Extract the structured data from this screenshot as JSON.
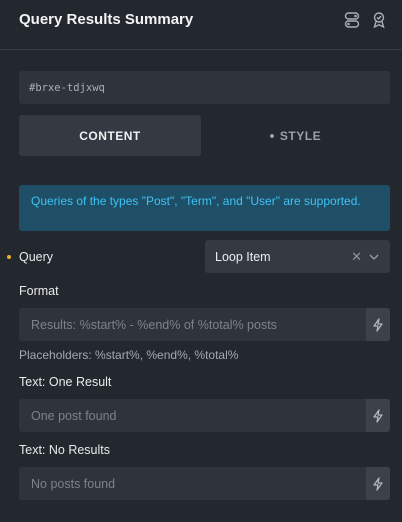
{
  "header": {
    "title": "Query Results Summary",
    "icon_left": "toggle-layers-icon",
    "icon_right": "badge-ribbon-icon"
  },
  "element_id": {
    "value": "#brxe-tdjxwq"
  },
  "tabs": [
    {
      "label": "CONTENT",
      "active": true
    },
    {
      "label": "STYLE",
      "active": false
    }
  ],
  "notice": {
    "text": "Queries of the types \"Post\", \"Term\", and \"User\" are supported."
  },
  "query": {
    "label": "Query",
    "selected": "Loop Item"
  },
  "format": {
    "label": "Format",
    "placeholder": "Results: %start% - %end% of %total% posts",
    "hint": "Placeholders: %start%, %end%, %total%"
  },
  "one_result": {
    "label": "Text: One Result",
    "placeholder": "One post found"
  },
  "no_results": {
    "label": "Text: No Results",
    "placeholder": "No posts found"
  },
  "colors": {
    "background": "#23272e",
    "accent": "#3ec2f5",
    "notice_bg": "#1f4f66",
    "indicator": "#e9b12b"
  }
}
